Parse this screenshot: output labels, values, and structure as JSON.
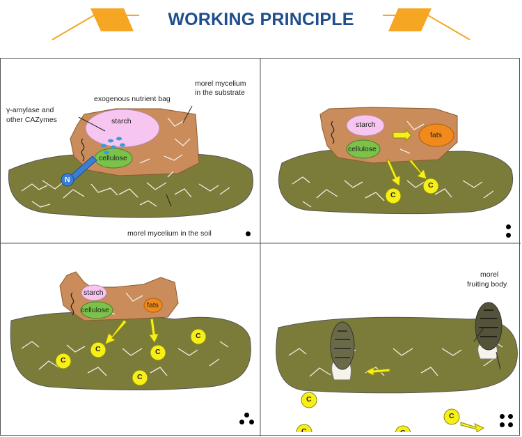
{
  "title": "WORKING PRINCIPLE",
  "colors": {
    "title": "#1f4e8c",
    "banner_orange": "#f5a623",
    "soil": "#7c7c3a",
    "substrate_bag": "#c98c5a",
    "mycelium": "#f2efe6",
    "starch": "#f7c6f0",
    "cellulose": "#7bc24a",
    "fats": "#f08a1c",
    "carbon_circle": "#f7ef17",
    "arrow_yellow": "#f7ef17",
    "nitrogen_marker": "#3a7fd6",
    "enzyme_dots": "#3c9bd6"
  },
  "panels": [
    {
      "step_dots": 1,
      "labels": {
        "nutrient_bag": "exogenous nutrient bag",
        "mycelium_substrate_line1": "morel mycelium",
        "mycelium_substrate_line2": "in the substrate",
        "enzymes_line1": "γ-amylase and",
        "enzymes_line2": "other CAZymes",
        "mycelium_soil": "morel mycelium in the soil",
        "starch": "starch",
        "cellulose": "cellulose",
        "nitrogen": "N"
      }
    },
    {
      "step_dots": 2,
      "labels": {
        "starch": "starch",
        "cellulose": "cellulose",
        "fats": "fats",
        "carbon": "C"
      }
    },
    {
      "step_dots": 3,
      "labels": {
        "starch": "starch",
        "cellulose": "cellulose",
        "fats": "fats",
        "carbon": "C"
      }
    },
    {
      "step_dots": 4,
      "labels": {
        "fruiting_body_line1": "morel",
        "fruiting_body_line2": "fruiting body",
        "carbon": "C"
      }
    }
  ]
}
